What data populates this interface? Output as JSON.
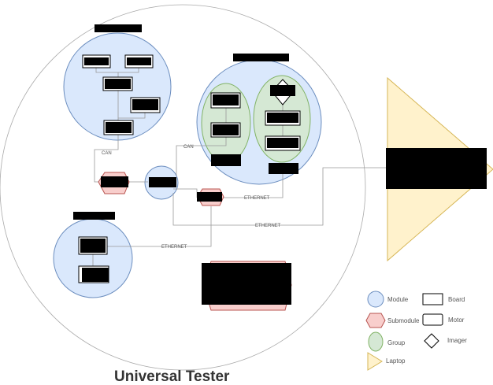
{
  "diagram": {
    "title": "Universal Tester",
    "edge_labels": {
      "can_top": "CAN",
      "can_mid": "CAN",
      "ethernet_right": "ETHERNET",
      "ethernet_long": "ETHERNET",
      "ethernet_bottom": "ETHERNET"
    },
    "legend": {
      "module": "Module",
      "board": "Board",
      "submodule": "Submodule",
      "motor": "Motor",
      "group": "Group",
      "imager": "Imager",
      "laptop": "Laptop"
    },
    "colors": {
      "module_fill": "#dae8fc",
      "module_stroke": "#6c8ebf",
      "submodule_fill": "#f8cecc",
      "submodule_stroke": "#b85450",
      "group_fill": "#d5e8d4",
      "group_stroke": "#82b366",
      "laptop_fill": "#fff2cc",
      "laptop_stroke": "#d6b656",
      "redaction": "#000000",
      "line": "#999999"
    }
  }
}
